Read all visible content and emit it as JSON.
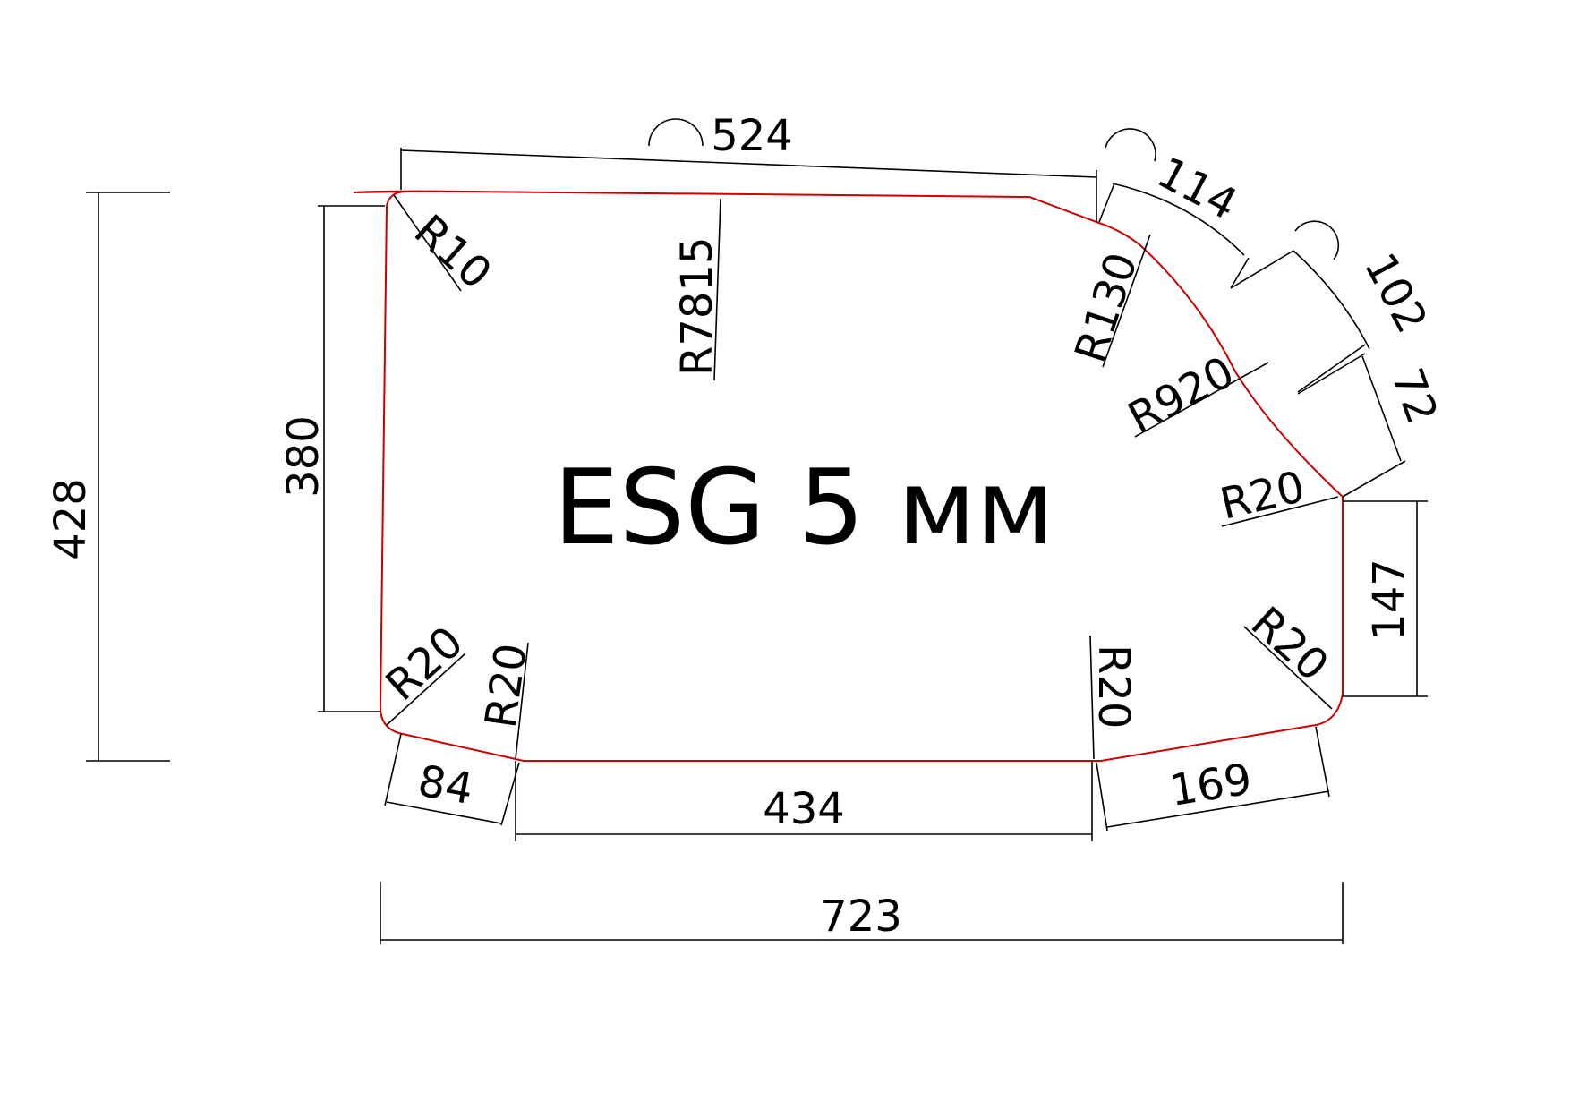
{
  "title": "ESG 5 мм",
  "colors": {
    "contour": "#cc0000",
    "lines": "#000000",
    "background": "#ffffff"
  },
  "dimensions": {
    "top": "524",
    "top_arc_1": "114",
    "top_arc_2": "102",
    "right_diag": "72",
    "right_vertical": "147",
    "left_inner": "380",
    "left_outer": "428",
    "bottom_left": "84",
    "bottom_mid": "434",
    "bottom_right": "169",
    "overall_width": "723"
  },
  "radii": {
    "top_left": "R10",
    "top_edge": "R7815",
    "corner_top_right": "R130",
    "arc_right": "R920",
    "right_upper": "R20",
    "right_lower": "R20",
    "bottom_left_outer": "R20",
    "bottom_left_inner": "R20",
    "bottom_right_inner": "R20"
  }
}
